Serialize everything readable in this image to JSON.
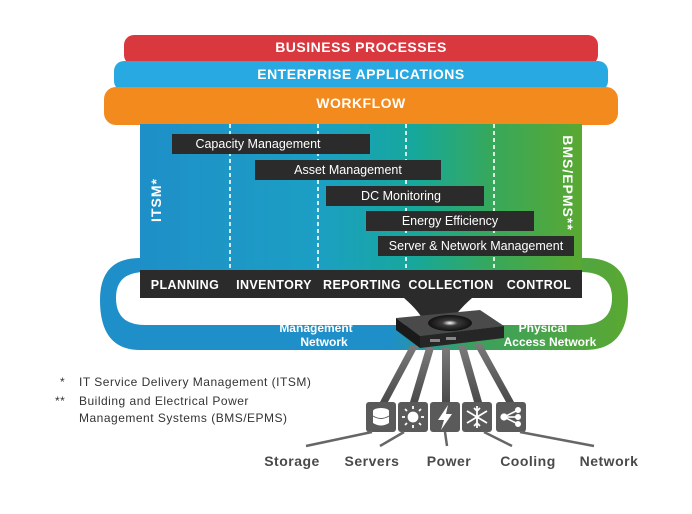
{
  "layers": {
    "business_processes": "BUSINESS PROCESSES",
    "enterprise_applications": "ENTERPRISE APPLICATIONS",
    "workflow": "WORKFLOW"
  },
  "side_labels": {
    "left": "ITSM*",
    "right": "BMS/EPMS**"
  },
  "functions": [
    "Capacity Management",
    "Asset Management",
    "DC Monitoring",
    "Energy Efficiency",
    "Server & Network Management"
  ],
  "stages": [
    "PLANNING",
    "INVENTORY",
    "REPORTING",
    "COLLECTION",
    "CONTROL"
  ],
  "networks": {
    "management": [
      "Management",
      "Network"
    ],
    "physical_access": [
      "Physical",
      "Access Network"
    ]
  },
  "footnotes": {
    "note1_marker": "*",
    "note1_text": "IT Service Delivery Management (ITSM)",
    "note2_marker": "**",
    "note2_line1": "Building and Electrical Power",
    "note2_line2": "Management Systems (BMS/EPMS)"
  },
  "categories": [
    "Storage",
    "Servers",
    "Power",
    "Cooling",
    "Network"
  ],
  "category_icons": [
    "database-icon",
    "sun-icon",
    "lightning-bolt-icon",
    "snowflake-icon",
    "network-nodes-icon"
  ],
  "colors": {
    "business_processes": "#d9383f",
    "enterprise_applications": "#29a9e1",
    "workflow": "#f28a1e",
    "management_network": "#1e8fc8",
    "physical_access_network": "#5aa832",
    "dark_bar": "#2b2b2b",
    "icon_box": "#5a5a5a"
  }
}
